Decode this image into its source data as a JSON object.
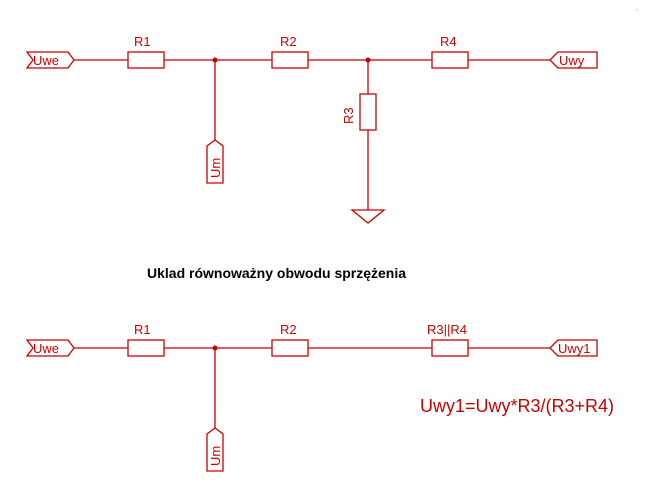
{
  "colors": {
    "circuit": "#cc0000",
    "title": "#000000",
    "background": "#ffffff"
  },
  "top_circuit": {
    "port_input": "Uwe",
    "port_output": "Uwy",
    "port_mid": "Um",
    "r1": "R1",
    "r2": "R2",
    "r3": "R3",
    "r4": "R4"
  },
  "equivalent_title": "Uklad równoważny obwodu sprzężenia",
  "bottom_circuit": {
    "port_input": "Uwe",
    "port_output": "Uwy1",
    "port_mid": "Um",
    "r1": "R1",
    "r2": "R2",
    "r34": "R3||R4"
  },
  "formula": "Uwy1=Uwy*R3/(R3+R4)"
}
